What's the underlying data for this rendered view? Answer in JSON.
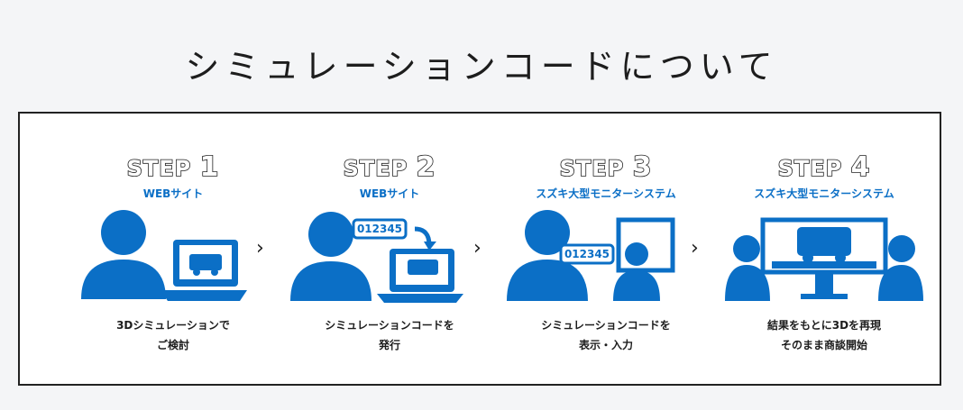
{
  "title": "シミュレーションコードについて",
  "accent_color": "#0b6fc6",
  "steps": [
    {
      "step_word": "STEP",
      "number": "1",
      "sub": "WEBサイト",
      "caption_line1": "3Dシミュレーションで",
      "caption_line2": "ご検討"
    },
    {
      "step_word": "STEP",
      "number": "2",
      "sub": "WEBサイト",
      "caption_line1": "シミュレーションコードを",
      "caption_line2": "発行",
      "code": "012345"
    },
    {
      "step_word": "STEP",
      "number": "3",
      "sub": "スズキ大型モニターシステム",
      "caption_line1": "シミュレーションコードを",
      "caption_line2": "表示・入力",
      "code": "012345"
    },
    {
      "step_word": "STEP",
      "number": "4",
      "sub": "スズキ大型モニターシステム",
      "caption_line1": "結果をもとに3Dを再現",
      "caption_line2": "そのまま商談開始"
    }
  ],
  "arrow_glyph": "›",
  "icons": [
    "person-laptop-car-icon",
    "person-code-laptop-icon",
    "person-code-monitor-icon",
    "people-monitor-car-icon"
  ]
}
